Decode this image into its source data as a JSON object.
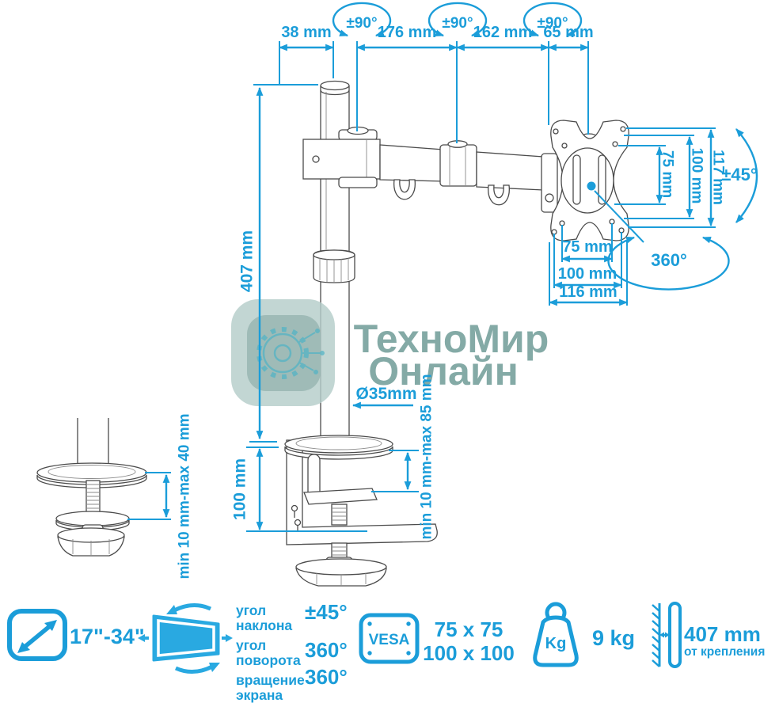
{
  "watermark": {
    "title_line1": "ТехноМир",
    "title_line2": "Онлайн"
  },
  "diagram": {
    "swivel_labels": [
      "±90°",
      "±90°",
      "±90°"
    ],
    "top_dims": [
      "38 mm",
      "176 mm",
      "162 mm",
      "65 mm"
    ],
    "pole_height": "407 mm",
    "pole_diameter": "Ø35mm",
    "clamp_height": "100 mm",
    "desk_clamp_range": "min 10 mm-max 85 mm",
    "grommet_range": "min 10 mm-max 40 mm",
    "vesa_vertical": [
      "75 mm",
      "100 mm",
      "117 mm"
    ],
    "vesa_horizontal": [
      "75 mm",
      "100 mm",
      "116 mm"
    ],
    "tilt_angle": "±45°",
    "rotate_angle": "360°"
  },
  "specs": {
    "screen_size": "17\"-34\"",
    "angle_rows": [
      {
        "label": "угол наклона",
        "value": "±45°"
      },
      {
        "label": "угол поворота",
        "value": "360°"
      },
      {
        "label": "вращение экрана",
        "value": "360°"
      }
    ],
    "vesa_badge": "VESA",
    "vesa_sizes": [
      "75 x 75",
      "100 x 100"
    ],
    "weight_badge": "Kg",
    "weight_value": "9 kg",
    "distance_value": "407 mm",
    "distance_caption": "от крепления"
  },
  "colors": {
    "accent": "#1b9dd9",
    "line_art": "#4b4b4b",
    "watermark_text": "#7da5a1"
  }
}
